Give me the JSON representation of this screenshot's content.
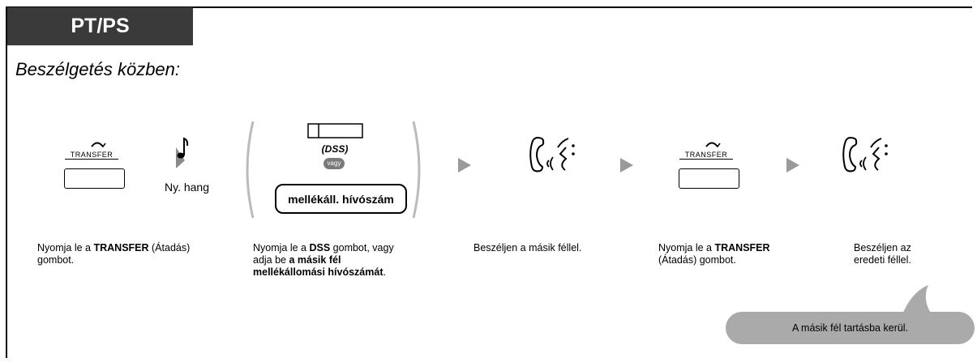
{
  "header": {
    "tab_label": "PT/PS",
    "subtitle": "Beszélgetés közben:"
  },
  "steps": [
    {
      "icon": "transfer-button-icon",
      "button_label": "TRANSFER",
      "tone_label": "Ny. hang",
      "desc": {
        "pre": "Nyomja le a ",
        "bold": "TRANSFER",
        "post": " (Átadás) gombot."
      }
    },
    {
      "dss_caption": "(DSS)",
      "or_badge": "vagy",
      "ext_number_label": "mellékáll. hívószám",
      "desc": {
        "pre": "Nyomja le a ",
        "bold1": "DSS",
        "mid": " gombot, vagy adja be ",
        "bold2": "a másik fél mellékállomási hívószámát",
        "post": "."
      }
    },
    {
      "icon": "talk-icon",
      "desc": {
        "text": "Beszéljen a másik féllel."
      }
    },
    {
      "icon": "transfer-button-icon",
      "button_label": "TRANSFER",
      "desc": {
        "pre": "Nyomja le a ",
        "bold": "TRANSFER",
        "post": " (Átadás) gombot."
      }
    },
    {
      "icon": "talk-icon",
      "desc": {
        "text": "Beszéljen az eredeti féllel."
      }
    }
  ],
  "note": "A másik fél tartásba kerül.",
  "colors": {
    "tab_bg": "#3a3a3a",
    "arrow": "#9a9a9a",
    "balloon": "#aaaaaa",
    "paren": "#bbbbbb"
  }
}
